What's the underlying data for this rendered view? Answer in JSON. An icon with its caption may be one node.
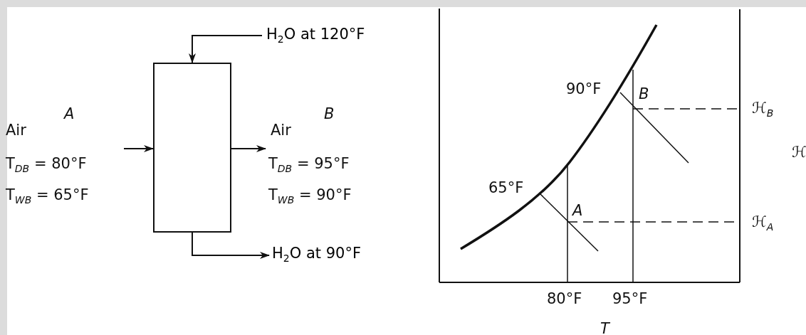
{
  "diagram": {
    "nodes": [
      {
        "text": [],
        "shape": "box"
      },
      {
        "text": [
          "H$_{2}$O at 120°F"
        ]
      },
      {
        "text": [
          "H$_{2}$O at 90°F"
        ]
      },
      {
        "text": [
          "A",
          "Air",
          "T$_{DB}$ = 80°F",
          "T$_{WB}$ = 65°F"
        ]
      },
      {
        "text": [
          "B",
          "Air",
          "T$_{DB}$ = 95°F",
          "T$_{WB}$ = 90°F"
        ]
      }
    ],
    "edges": [
      {
        "from": 1,
        "to": 0,
        "arrow": "to"
      },
      {
        "from": 3,
        "to": 0,
        "arrow": "to"
      },
      {
        "from": 0,
        "to": 4,
        "arrow": "to"
      },
      {
        "from": 0,
        "to": 2,
        "arrow": "to"
      }
    ],
    "labels": [
      "90°F",
      "B",
      "65°F",
      "A",
      "ℋ$_{B}$",
      "ℋ",
      "ℋ$_{A}$",
      "80°F",
      "95°F",
      "T"
    ]
  }
}
